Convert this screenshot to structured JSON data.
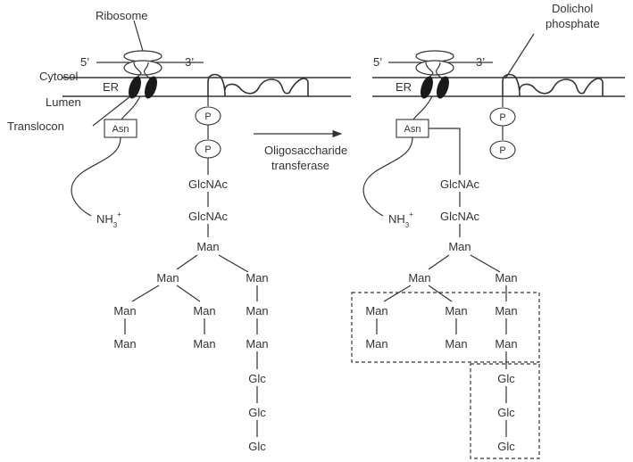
{
  "labels": {
    "ribosome": "Ribosome",
    "dolichol_line1": "Dolichol",
    "dolichol_line2": "phosphate",
    "five_prime": "5’",
    "three_prime": "3’",
    "cytosol": "Cytosol",
    "lumen": "Lumen",
    "er": "ER",
    "translocon": "Translocon",
    "asn": "Asn",
    "phosphate": "P",
    "nh3_main": "NH",
    "nh3_sub": "3",
    "nh3_sup": "+",
    "enzyme_line1": "Oligosaccharide",
    "enzyme_line2": "transferase"
  },
  "sugars": {
    "glcnac": "GlcNAc",
    "man": "Man",
    "glc": "Glc"
  },
  "colors": {
    "ink": "#333333",
    "background": "#ffffff"
  }
}
